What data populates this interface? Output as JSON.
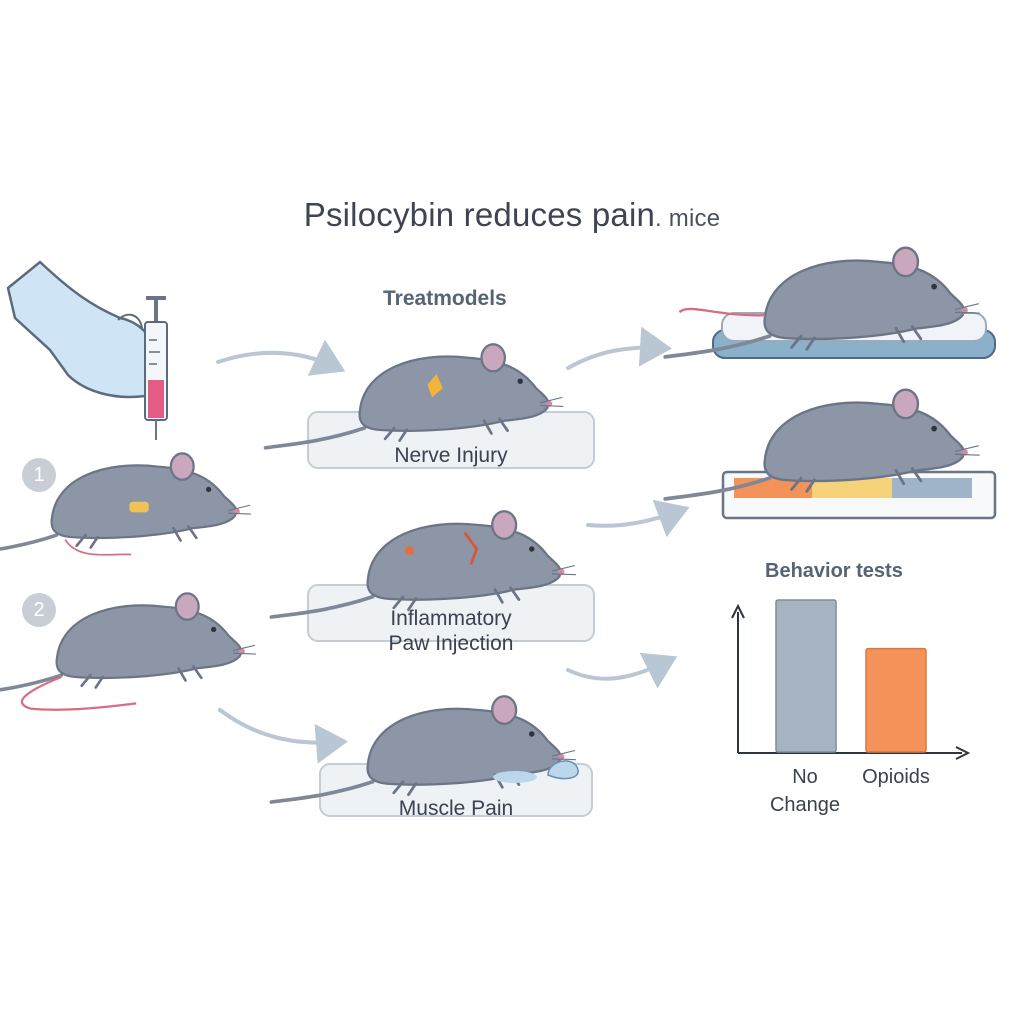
{
  "title": {
    "main": "Psilocybin reduces pain",
    "suffix": ". mice"
  },
  "treat_models": {
    "heading": "Treatmodels",
    "models": [
      {
        "lines": [
          "Nerve Injury"
        ]
      },
      {
        "lines": [
          "Inflammatory",
          "Paw Injection"
        ]
      },
      {
        "lines": [
          "Muscle Pain"
        ]
      }
    ]
  },
  "steps": [
    "1",
    "2"
  ],
  "behavior": {
    "heading": "Behavior tests",
    "chart_data": {
      "type": "bar",
      "categories": [
        "No Change",
        "Opioids"
      ],
      "category_lines": [
        [
          "No",
          "Change"
        ],
        [
          "Opioids"
        ]
      ],
      "values": [
        1.0,
        0.68
      ],
      "ylim": [
        0,
        1.0
      ],
      "colors": [
        "#a6b3c2",
        "#f3935a"
      ],
      "title": "",
      "xlabel": "",
      "ylabel": ""
    }
  },
  "colors": {
    "mouse_body": "#8d96a6",
    "mouse_outline": "#6b7586",
    "mouse_ear": "#c9a7bd",
    "tail": "#d56e80",
    "glove": "#cfe4f4",
    "arrow": "#b9c6d3",
    "panel_fill": "#eef2f5",
    "panel_stroke": "#c4ccd6",
    "platform_blue": "#8bb0c9"
  }
}
